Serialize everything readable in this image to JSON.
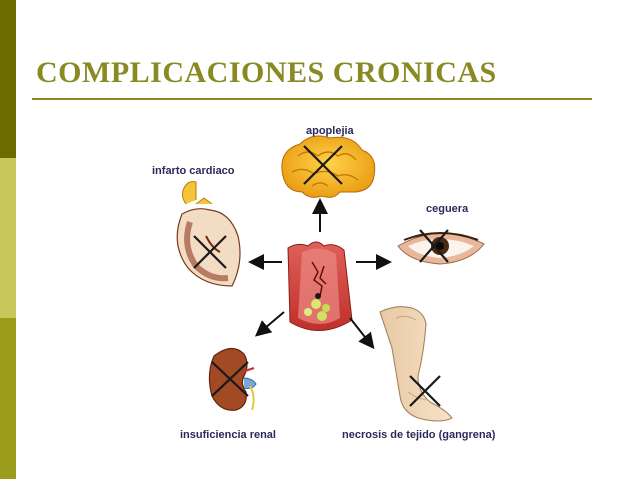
{
  "slide": {
    "title": "COMPLICACIONES CRONICAS",
    "colors": {
      "title": "#8a8a24",
      "sidebar_dark": "#6b6b00",
      "sidebar_light": "#c8c85a",
      "sidebar_mid": "#9c9c1c"
    }
  },
  "diagram": {
    "center": {
      "icon": "damaged-blood-vessel-icon"
    },
    "complications": [
      {
        "id": "stroke",
        "label": "apoplejia",
        "icon": "brain-icon"
      },
      {
        "id": "heart-attack",
        "label": "infarto cardiaco",
        "icon": "heart-icon"
      },
      {
        "id": "blindness",
        "label": "ceguera",
        "icon": "eye-icon"
      },
      {
        "id": "kidney-failure",
        "label": "insuficiencia renal",
        "icon": "kidney-icon"
      },
      {
        "id": "gangrene",
        "label": "necrosis de tejido (gangrena)",
        "icon": "leg-foot-icon"
      }
    ],
    "mark": "cross-mark-icon"
  }
}
